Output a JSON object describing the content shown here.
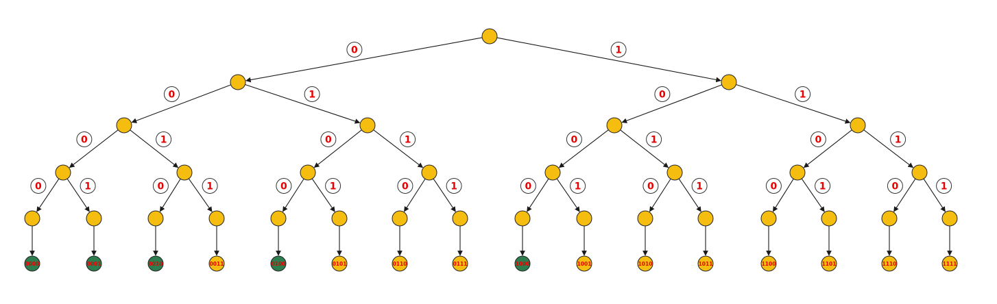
{
  "colors": {
    "internal_node": "#f5bd0f",
    "leaf_marked": "#2e7d4f",
    "leaf_unmarked": "#f5bd0f",
    "edge_label_text": "#e60000",
    "edge": "#1a1a1a"
  },
  "edge_labels": {
    "left": "0",
    "right": "1"
  },
  "tree": {
    "depth": 4,
    "leaves": [
      {
        "label": "0000",
        "state": "marked"
      },
      {
        "label": "0001",
        "state": "marked"
      },
      {
        "label": "0010",
        "state": "marked"
      },
      {
        "label": "0011",
        "state": "unmarked"
      },
      {
        "label": "0100",
        "state": "marked"
      },
      {
        "label": "0101",
        "state": "unmarked"
      },
      {
        "label": "0110",
        "state": "unmarked"
      },
      {
        "label": "0111",
        "state": "unmarked"
      },
      {
        "label": "1000",
        "state": "marked"
      },
      {
        "label": "1001",
        "state": "unmarked"
      },
      {
        "label": "1010",
        "state": "unmarked"
      },
      {
        "label": "1011",
        "state": "unmarked"
      },
      {
        "label": "1100",
        "state": "unmarked"
      },
      {
        "label": "1101",
        "state": "unmarked"
      },
      {
        "label": "1110",
        "state": "unmarked"
      },
      {
        "label": "1111",
        "state": "unmarked"
      }
    ]
  }
}
